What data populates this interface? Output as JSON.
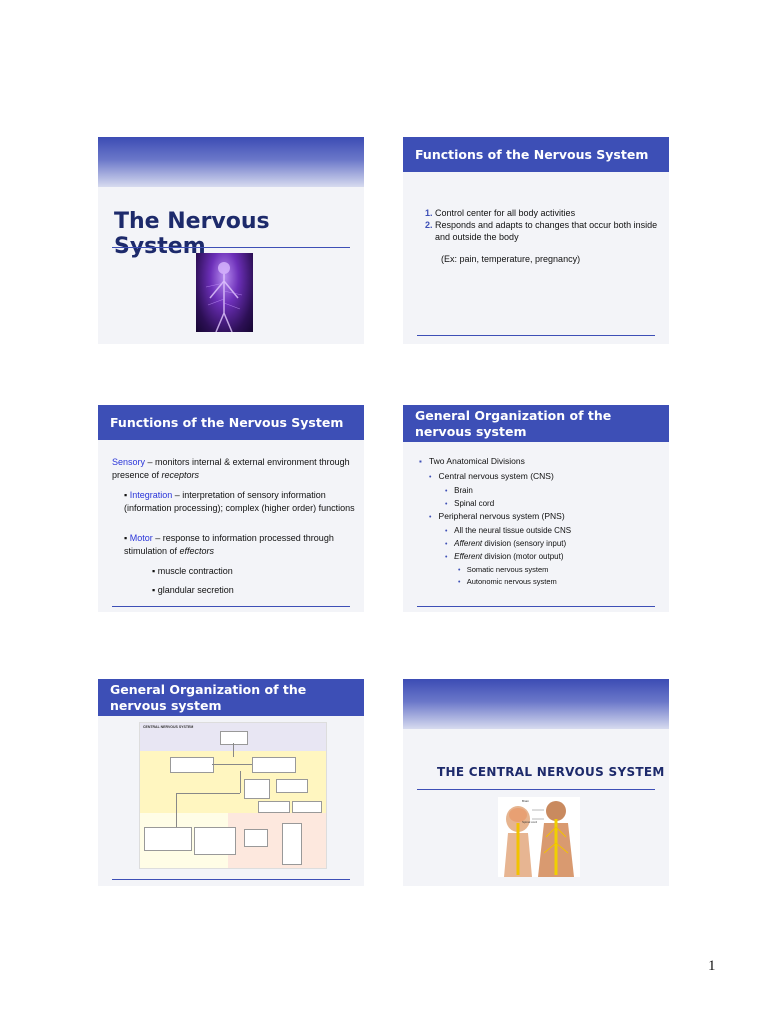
{
  "slides": {
    "s1": {
      "title": "The Nervous System",
      "image": "nervous-system-figure"
    },
    "s2": {
      "heading": "Functions of the Nervous System",
      "items": [
        "Control center for all body activities",
        "Responds and adapts to changes that occur both inside and outside the body"
      ],
      "example": "(Ex:  pain, temperature, pregnancy)"
    },
    "s3": {
      "heading": "Functions of the Nervous System",
      "sensory_kw": "Sensory",
      "sensory_text": " – monitors internal & external environment through presence of ",
      "sensory_em": "receptors",
      "integration_kw": "Integration",
      "integration_text": " – interpretation of sensory information (information processing); complex (higher order) functions",
      "motor_kw": "Motor",
      "motor_text": " – response to information processed through stimulation of ",
      "motor_em": "effectors",
      "sub1": "muscle contraction",
      "sub2": "glandular secretion"
    },
    "s4": {
      "heading": "General Organization of the nervous system",
      "l1": "Two Anatomical Divisions",
      "l2a": "Central nervous system (CNS)",
      "l3a": "Brain",
      "l3b": "Spinal cord",
      "l2b": "Peripheral nervous system (PNS)",
      "l3c": "All the neural tissue outside CNS",
      "l3d_em": "Afferent",
      "l3d": " division (sensory input)",
      "l3e_em": "Efferent",
      "l3e": " division (motor output)",
      "l4a": "Somatic nervous system",
      "l4b": "Autonomic nervous system"
    },
    "s5": {
      "heading": "General Organization of the nervous system",
      "flow_title": "CENTRAL NERVOUS SYSTEM"
    },
    "s6": {
      "title": "THE CENTRAL NERVOUS SYSTEM",
      "label_brain": "Brain",
      "label_cord": "Spinal cord"
    }
  },
  "page_number": "1",
  "colors": {
    "accent": "#3d4fb6",
    "title_navy": "#1d2a6b",
    "keyword_blue": "#2a35d9"
  }
}
